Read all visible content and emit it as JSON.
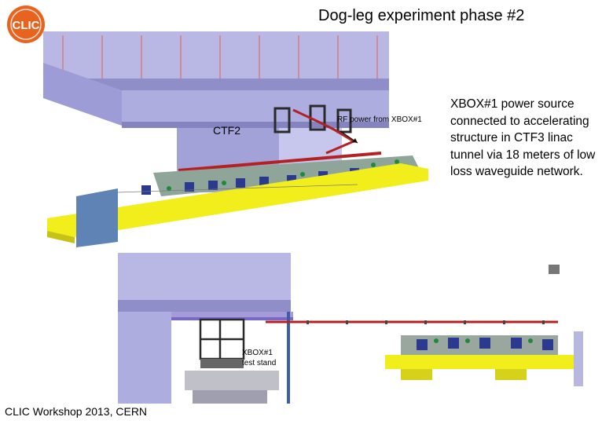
{
  "header": {
    "logo_text": "CLIC",
    "title": "Dog-leg experiment phase #2"
  },
  "top_render": {
    "ctf2_label": "CTF2",
    "rf_label": "RF power from XBOX#1"
  },
  "bottom_render": {
    "stand_label_line1": "XBOX#1",
    "stand_label_line2": "test stand"
  },
  "description": "XBOX#1 power source connected to accelerating structure in CTF3 linac tunnel via 18 meters of low loss waveguide network.",
  "footer": {
    "text": "CLIC Workshop 2013, CERN"
  },
  "colors": {
    "logo_orange": "#e8641e",
    "wall_lavender": "#a9a8dc",
    "girder_yellow": "#f2ee1c",
    "waveguide_red": "#b22222",
    "beam_blue": "#2b3a8f",
    "frame_dark": "#3a3a3a"
  }
}
